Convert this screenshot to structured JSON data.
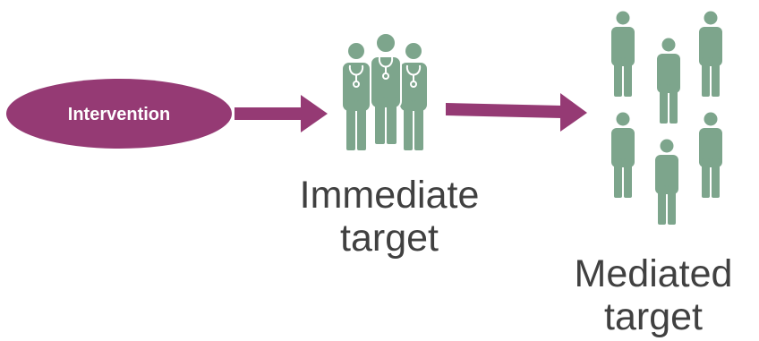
{
  "diagram": {
    "intervention_label": "Intervention",
    "immediate_target": {
      "line1": "Immediate",
      "line2": "target"
    },
    "mediated_target": {
      "line1": "Mediated",
      "line2": "target"
    },
    "icons": {
      "immediate_group": "health-workers-with-stethoscopes-icon",
      "mediated_group": "people-group-icon"
    },
    "colors": {
      "ellipse": "#953a74",
      "arrow": "#953a74",
      "figures": "#7da58c",
      "stethoscope": "#ffffff",
      "caption_text": "#404040",
      "ellipse_text": "#ffffff"
    }
  }
}
